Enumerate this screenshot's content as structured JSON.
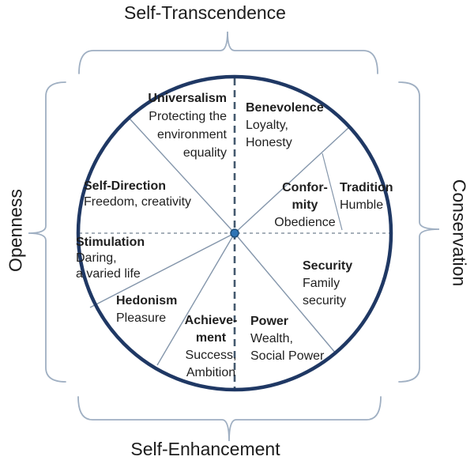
{
  "dimensions": {
    "top": "Self-Transcendence",
    "right": "Conservation",
    "bottom": "Self-Enhancement",
    "left": "Openness"
  },
  "sectors": [
    {
      "name": "Universalism",
      "desc": "Protecting the\nenvironment\nequality"
    },
    {
      "name": "Benevolence",
      "desc": "Loyalty,\nHonesty"
    },
    {
      "name": "Confor-\nmity",
      "desc": "Obedience"
    },
    {
      "name": "Tradition",
      "desc": "Humble"
    },
    {
      "name": "Security",
      "desc": "Family\nsecurity"
    },
    {
      "name": "Power",
      "desc": "Wealth,\nSocial Power"
    },
    {
      "name": "Achieve-\nment",
      "desc": "Success,\nAmbition"
    },
    {
      "name": "Hedonism",
      "desc": "Pleasure"
    },
    {
      "name": "Stimulation",
      "desc": "Daring,\na varied life"
    },
    {
      "name": "Self-Direction",
      "desc": "Freedom, creativity"
    }
  ],
  "colors": {
    "circle_stroke": "#1f3864",
    "center_dot_fill": "#2e74b5",
    "center_dot_stroke": "#1f4e79",
    "axis_dashed_vertical": "#44596e",
    "axis_dashed_horizontal": "#708090",
    "sector_line": "#8496ab",
    "brace": "#9fafc2",
    "text": "#1f1f1f"
  }
}
